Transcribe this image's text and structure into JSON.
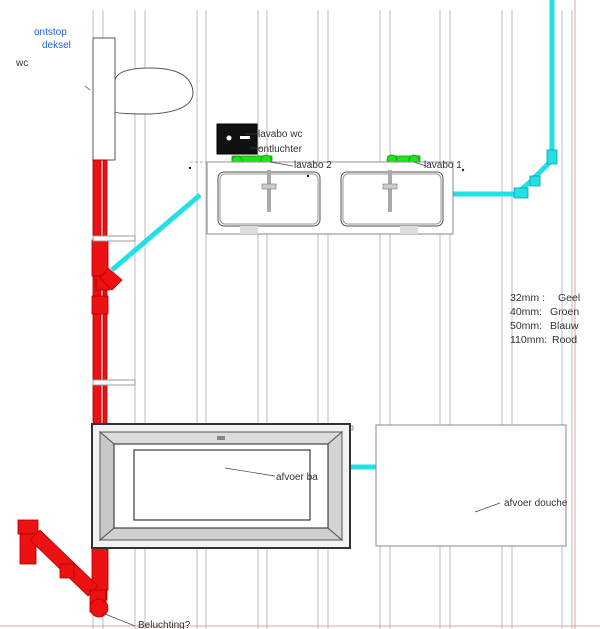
{
  "colors": {
    "pipe_32mm": "#22e01a",
    "pipe_40mm": "#22e01a",
    "pipe_50mm": "#22e0e6",
    "pipe_110mm": "#ee1111",
    "wall_lines": "#bdbdbd",
    "outline": "#333333",
    "label_blue": "#1f5fd6"
  },
  "labels": {
    "ontstop_line1": "ontstop",
    "ontstop_line2": "deksel",
    "wc": "wc",
    "lavabo_wc": "lavabo wc",
    "ontluchter": "ontluchter",
    "lavabo_2": "lavabo 2",
    "lavabo_1": "lavabo 1",
    "afvoer_bad": "afvoer ba",
    "afvoer_douche": "afvoer douche",
    "beluchting": "Beluchting?"
  },
  "legend": [
    {
      "size": "32mm :",
      "color_name": "Geel"
    },
    {
      "size": "40mm:",
      "color_name": "Groen"
    },
    {
      "size": "50mm:",
      "color_name": "Blauw"
    },
    {
      "size": "110mm:",
      "color_name": "Rood"
    }
  ]
}
